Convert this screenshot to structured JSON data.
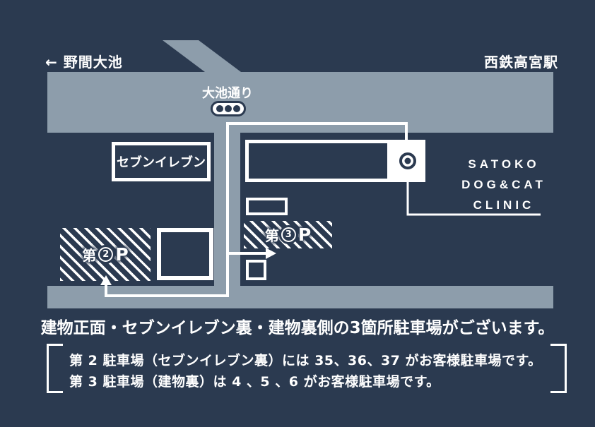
{
  "colors": {
    "background": "#2b3a50",
    "road": "#8d9dab",
    "line": "#ffffff"
  },
  "header": {
    "left_destination": "← 野間大池",
    "right_destination": "西鉄高宮駅"
  },
  "map": {
    "road_name": "大池通り",
    "traffic_light_icon": "traffic-light",
    "seven_eleven_label": "セブンイレブン",
    "clinic_marker_icon": "map-pin-circle",
    "clinic_name_lines": [
      "SATOKO",
      "DOG&CAT",
      "CLINIC"
    ],
    "parking2": {
      "dai": "第",
      "number": "2",
      "p": "P"
    },
    "parking3": {
      "dai": "第",
      "number": "3",
      "p": "P"
    }
  },
  "notes": {
    "headline": "建物正面・セブンイレブン裏・建物裏側の3箇所駐車場がございます。",
    "lines": [
      "第 2 駐車場（セブンイレブン裏）には 35、36、37 がお客様駐車場です。",
      "第 3 駐車場（建物裏）は 4 、5 、6 がお客様駐車場です。"
    ]
  }
}
